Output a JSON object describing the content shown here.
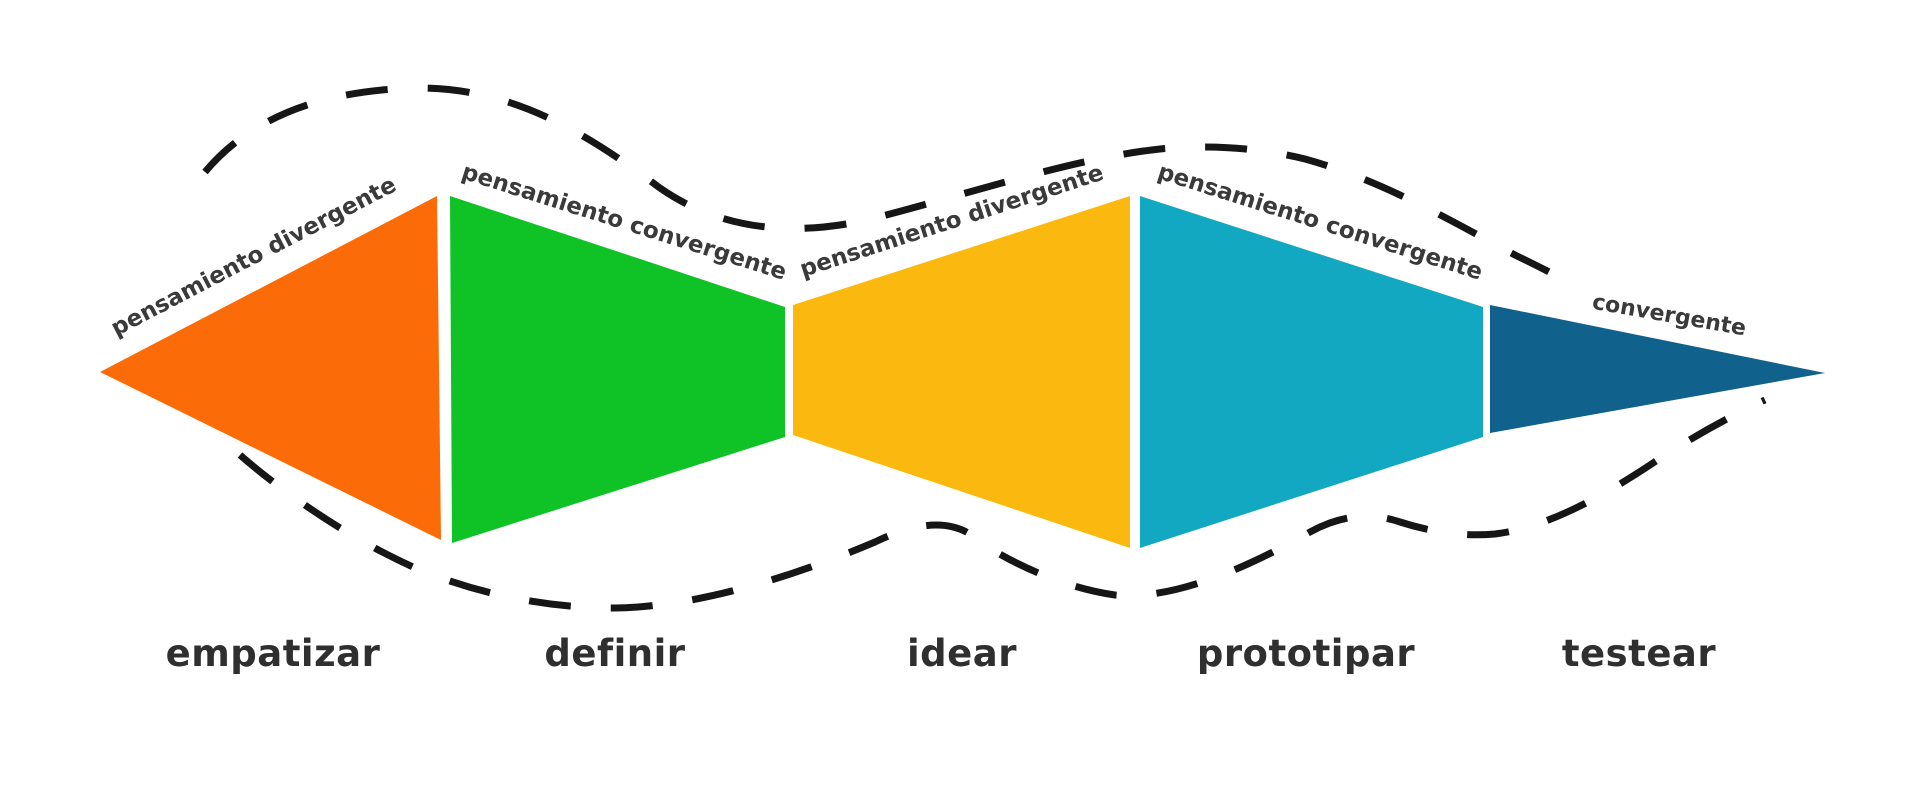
{
  "diagram": {
    "background": "#ffffff",
    "flow_line_color": "#161616",
    "label_color": "#3a3a3a",
    "phases": [
      {
        "name": "empatizar",
        "thinking_label": "pensamiento divergente",
        "shape": "triangle-diverging",
        "color": "#FB6C09"
      },
      {
        "name": "definir",
        "thinking_label": "pensamiento convergente",
        "shape": "trapezoid-converging",
        "color": "#0FC326"
      },
      {
        "name": "idear",
        "thinking_label": "pensamiento divergente",
        "shape": "trapezoid-diverging",
        "color": "#FBB90F"
      },
      {
        "name": "prototipar",
        "thinking_label": "pensamiento convergente",
        "shape": "trapezoid-converging",
        "color": "#13A8C2"
      },
      {
        "name": "testear",
        "thinking_label": "convergente",
        "shape": "triangle-converging",
        "color": "#10618C"
      }
    ]
  }
}
